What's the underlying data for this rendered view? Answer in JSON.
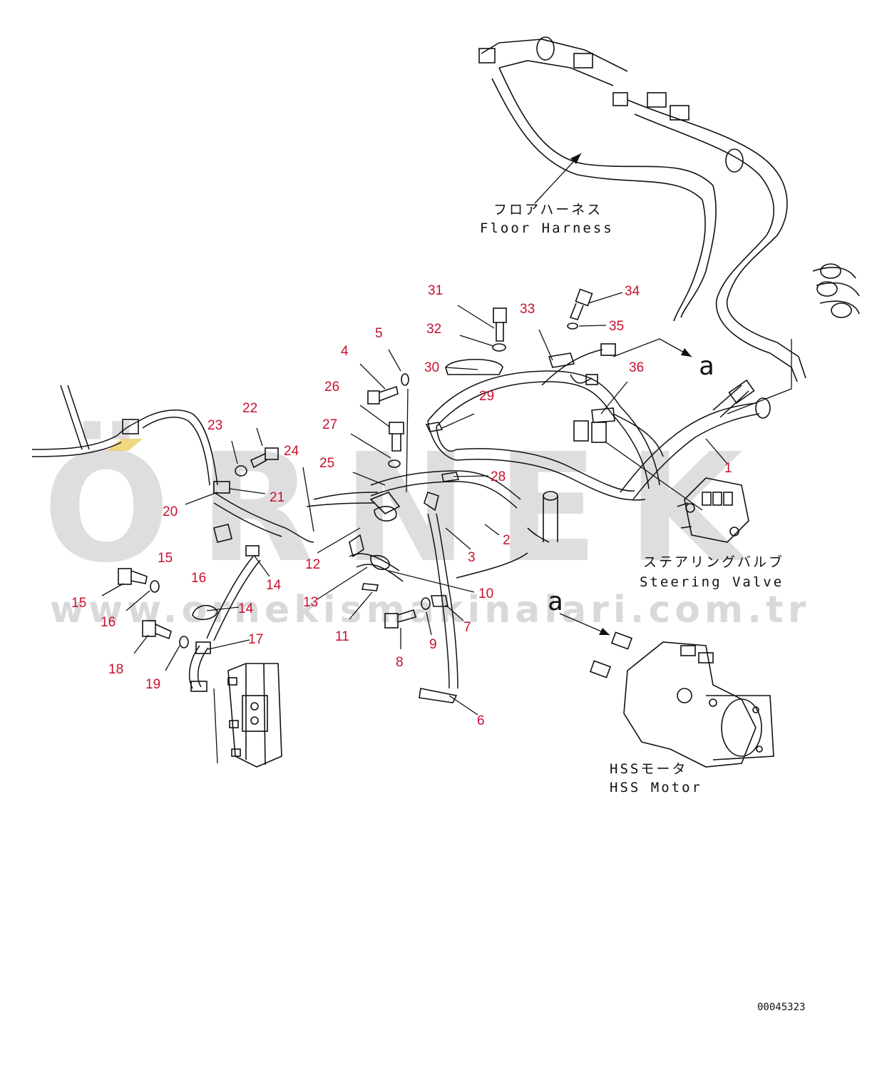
{
  "diagram": {
    "drawing_number": "00045323",
    "labels": {
      "floor_harness_jp": "フロアハーネス",
      "floor_harness_en": "Floor Harness",
      "steering_valve_jp": "ステアリングバルブ",
      "steering_valve_en": "Steering Valve",
      "hss_motor_jp": "HSSモータ",
      "hss_motor_en": "HSS Motor",
      "ref_a_top": "a",
      "ref_a_bottom": "a"
    },
    "callouts": [
      "1",
      "2",
      "3",
      "4",
      "5",
      "6",
      "7",
      "8",
      "9",
      "10",
      "11",
      "12",
      "13",
      "14",
      "14",
      "15",
      "15",
      "16",
      "16",
      "17",
      "18",
      "19",
      "20",
      "21",
      "22",
      "23",
      "24",
      "25",
      "26",
      "27",
      "28",
      "29",
      "30",
      "31",
      "32",
      "33",
      "34",
      "35",
      "36"
    ],
    "colors": {
      "callout": "#c8102e",
      "line": "#111111",
      "watermark": "#6b6b78",
      "accent": "#e8c84a"
    }
  },
  "watermark": {
    "brand": "ÖRNEK",
    "url": "www.ornekismakinalari.com.tr"
  }
}
